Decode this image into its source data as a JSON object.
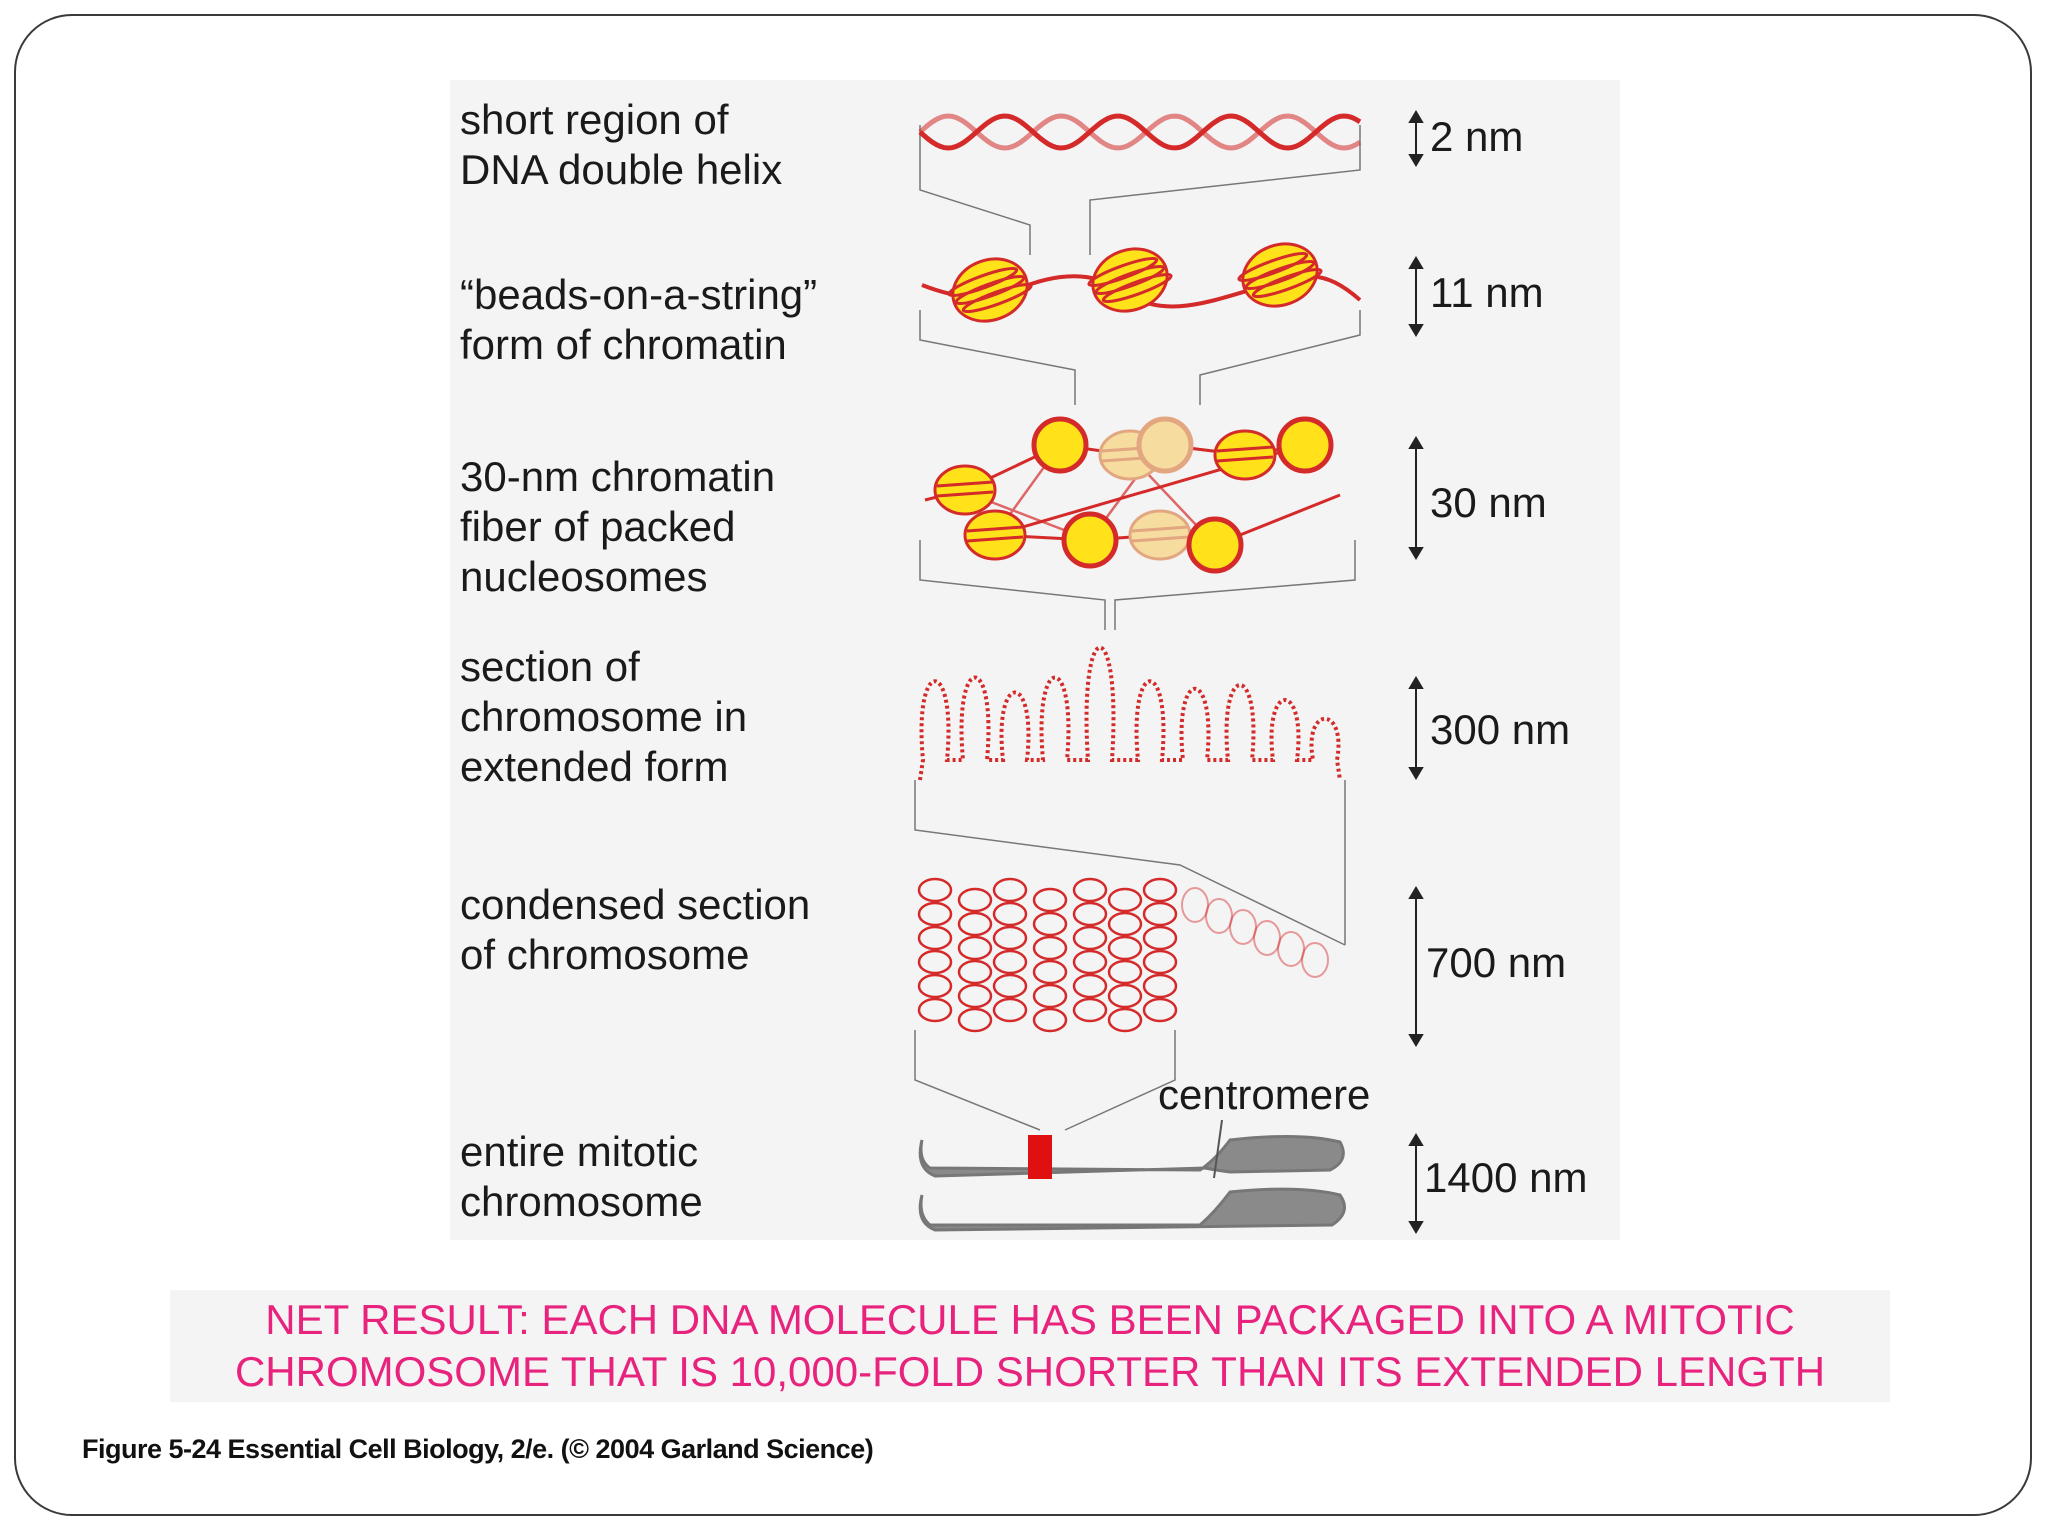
{
  "levels": [
    {
      "label": "short region of\nDNA double helix",
      "scale": "2 nm"
    },
    {
      "label": "“beads-on-a-string”\nform of chromatin",
      "scale": "11 nm"
    },
    {
      "label": "30-nm chromatin\nfiber of packed\nnucleosomes",
      "scale": "30 nm"
    },
    {
      "label": "section of\nchromosome in\nextended form",
      "scale": "300 nm"
    },
    {
      "label": "condensed section\nof chromosome",
      "scale": "700 nm"
    },
    {
      "label": "entire mitotic\nchromosome",
      "scale": "1400 nm"
    }
  ],
  "centromere_label": "centromere",
  "net_result": "NET RESULT: EACH DNA MOLECULE HAS BEEN PACKAGED INTO A MITOTIC\nCHROMOSOME THAT IS 10,000-FOLD SHORTER THAN ITS EXTENDED LENGTH",
  "caption": "Figure 5-24  Essential Cell Biology, 2/e. (© 2004 Garland Science)",
  "colors": {
    "dna_red": "#d42a2a",
    "histone_yellow": "#ffe21a",
    "histone_pale": "#f7dca0",
    "chromosome_gray": "#8a8a8a",
    "centromere_red": "#e01010",
    "highlight_text": "#e8237d"
  }
}
